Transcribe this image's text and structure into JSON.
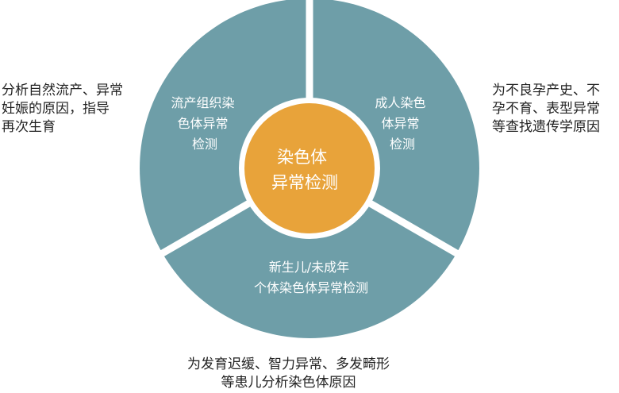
{
  "colors": {
    "segment": "#6e9ea8",
    "center": "#e8a33a",
    "gap": "#ffffff",
    "segment_text": "#ffffff",
    "note_text": "#222222"
  },
  "center": {
    "label_lines": [
      "染色体",
      "异常检测"
    ]
  },
  "segments": [
    {
      "id": "miscarriage",
      "label_lines": [
        "流产组织染",
        "色体异常",
        "检测"
      ]
    },
    {
      "id": "adult",
      "label_lines": [
        "成人染色",
        "体异常",
        "检测"
      ]
    },
    {
      "id": "newborn",
      "label_lines": [
        "新生儿/未成年",
        "个体染色体异常检测"
      ]
    }
  ],
  "notes": {
    "left": [
      "分析自然流产、异常",
      "妊娠的原因，指导",
      "再次生育"
    ],
    "right": [
      "为不良孕产史、不",
      "孕不育、表型异常",
      "等查找遗传学原因"
    ],
    "bottom": [
      "为发育迟缓、智力异常、多发畸形",
      "等患儿分析染色体原因"
    ]
  }
}
